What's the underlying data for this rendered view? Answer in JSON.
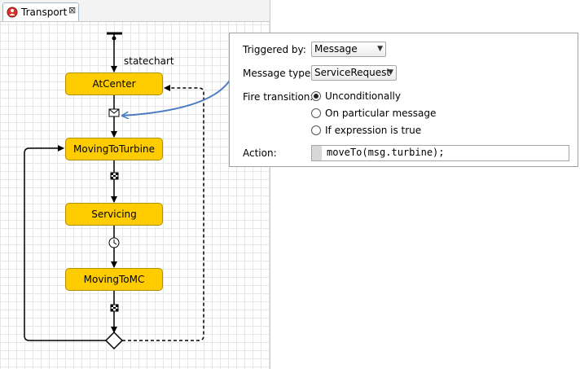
{
  "tab": {
    "title": "Transport",
    "close_glyph": "⊠",
    "icon": "agent-type-icon"
  },
  "statechart": {
    "entry_label": "statechart",
    "states": [
      "AtCenter",
      "MovingToTurbine",
      "Servicing",
      "MovingToMC"
    ]
  },
  "panel": {
    "triggered_by_label": "Triggered by:",
    "triggered_by_value": "Message",
    "message_type_label": "Message type:",
    "message_type_value": "ServiceRequest",
    "fire_transition_label": "Fire transition:",
    "fire_options": [
      "Unconditionally",
      "On particular message",
      "If expression is true"
    ],
    "fire_selected": "Unconditionally",
    "action_label": "Action:",
    "action_value": "moveTo(msg.turbine);"
  },
  "colors": {
    "state_fill": "#ffcc00",
    "callout_line": "#4a7cc3"
  }
}
